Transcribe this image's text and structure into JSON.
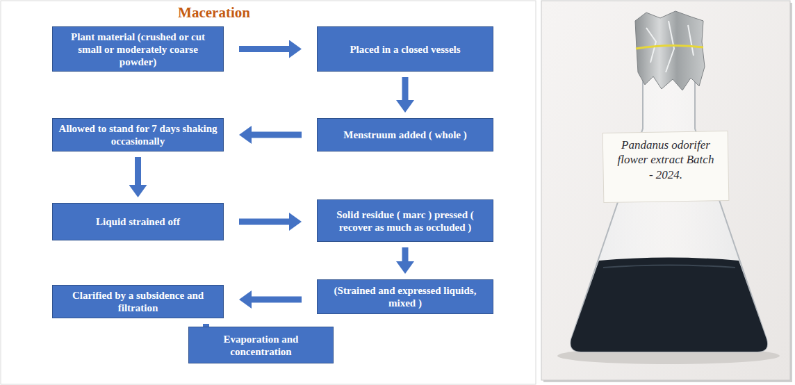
{
  "diagram": {
    "title": "Maceration",
    "nodes": [
      {
        "text": [
          "Plant material (crushed or cut small or moderately coarse powder)"
        ]
      },
      {
        "text": [
          "Placed in a closed vessels"
        ]
      },
      {
        "text": [
          "Menstruum added ( whole )"
        ]
      },
      {
        "text": [
          "Allowed to stand for 7 days shaking occasionally"
        ]
      },
      {
        "text": [
          "Liquid strained off"
        ]
      },
      {
        "text": [
          "Solid residue ( marc ) pressed ( recover as much as occluded )"
        ]
      },
      {
        "text": [
          "(Strained and expressed liquids, mixed )"
        ]
      },
      {
        "text": [
          "Clarified by a subsidence and filtration"
        ]
      },
      {
        "text": [
          "Evaporation and concentration"
        ]
      }
    ],
    "edges": [
      {
        "from": 0,
        "to": 1,
        "arrow": "to"
      },
      {
        "from": 1,
        "to": 2,
        "arrow": "to"
      },
      {
        "from": 2,
        "to": 3,
        "arrow": "to"
      },
      {
        "from": 3,
        "to": 4,
        "arrow": "to"
      },
      {
        "from": 4,
        "to": 5,
        "arrow": "to"
      },
      {
        "from": 5,
        "to": 6,
        "arrow": "to"
      },
      {
        "from": 6,
        "to": 7,
        "arrow": "to"
      },
      {
        "from": 7,
        "to": 8,
        "arrow": "to"
      }
    ],
    "labels": [
      "Pandanus odorifer flower extract Batch - 2024."
    ]
  }
}
